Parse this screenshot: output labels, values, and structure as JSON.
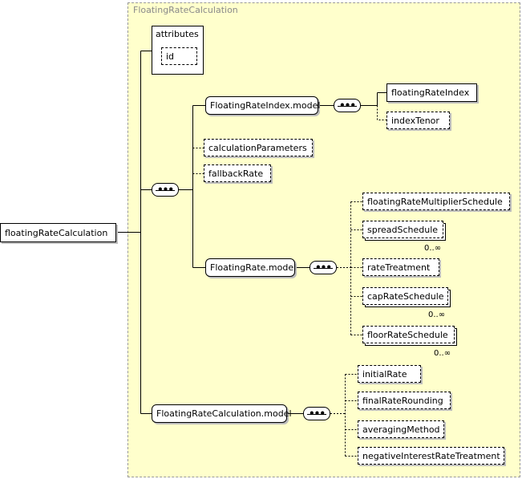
{
  "diagram": {
    "container_title": "FloatingRateCalculation",
    "root": "floatingRateCalculation",
    "attributes": {
      "label": "attributes",
      "items": [
        "id"
      ]
    },
    "models": {
      "index_model": "FloatingRateIndex.model",
      "rate_model": "FloatingRate.model",
      "calc_model": "FloatingRateCalculation.model"
    },
    "index_elements": [
      "floatingRateIndex",
      "indexTenor"
    ],
    "sequence_elements": [
      "calculationParameters",
      "fallbackRate"
    ],
    "rate_elements": [
      "floatingRateMultiplierSchedule",
      "spreadSchedule",
      "rateTreatment",
      "capRateSchedule",
      "floorRateSchedule"
    ],
    "calc_elements": [
      "initialRate",
      "finalRateRounding",
      "averagingMethod",
      "negativeInterestRateTreatment"
    ],
    "cardinality": "0..∞"
  }
}
